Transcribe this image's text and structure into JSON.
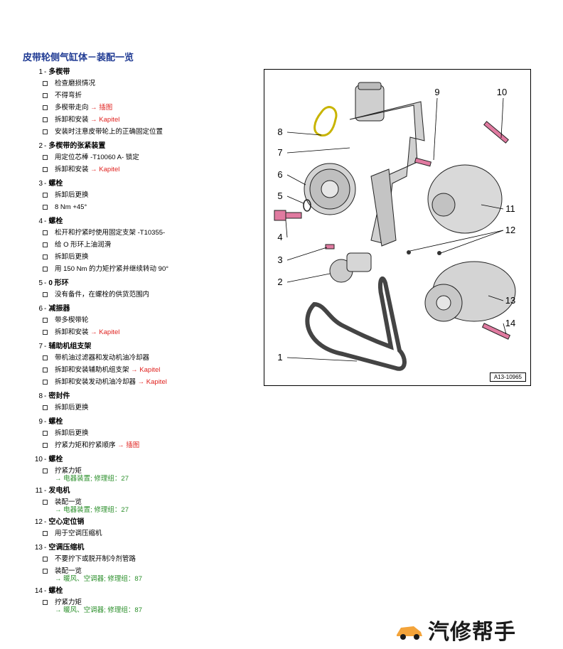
{
  "title": "皮带轮侧气缸体－装配一览",
  "items": [
    {
      "num": "1",
      "sep": "-",
      "name": "多楔带",
      "subs": [
        {
          "text": "检查磨损情况"
        },
        {
          "text": "不得弯折"
        },
        {
          "text": "多楔带走向",
          "link": "→ 插图"
        },
        {
          "text": "拆卸和安装",
          "link": "→ Kapitel"
        },
        {
          "text": "安装时注意皮带轮上的正确固定位置"
        }
      ]
    },
    {
      "num": "2",
      "sep": "-",
      "name": "多楔带的张紧装置",
      "subs": [
        {
          "text": "用定位芯棒 -T10060 A- 锁定"
        },
        {
          "text": "拆卸和安装",
          "link": "→ Kapitel"
        }
      ]
    },
    {
      "num": "3",
      "sep": "-",
      "name": "螺栓",
      "subs": [
        {
          "text": "拆卸后更换"
        },
        {
          "text": "8 Nm +45°"
        }
      ]
    },
    {
      "num": "4",
      "sep": "-",
      "name": "螺栓",
      "subs": [
        {
          "text": "松开和拧紧时使用固定支架 -T10355-"
        },
        {
          "text": "给 O 形环上油润滑"
        },
        {
          "text": "拆卸后更换"
        },
        {
          "text": "用 150 Nm 的力矩拧紧并继续转动 90°"
        }
      ]
    },
    {
      "num": "5",
      "sep": "-",
      "name": "0 形环",
      "subs": [
        {
          "text": "没有备件，在螺栓的供货范围内"
        }
      ]
    },
    {
      "num": "6",
      "sep": "-",
      "name": "减振器",
      "subs": [
        {
          "text": "带多楔带轮"
        },
        {
          "text": "拆卸和安装",
          "link": "→ Kapitel"
        }
      ]
    },
    {
      "num": "7",
      "sep": "-",
      "name": "辅助机组支架",
      "subs": [
        {
          "text": "带机油过滤器和发动机油冷却器"
        },
        {
          "text": "拆卸和安装辅助机组支架",
          "link": "→ Kapitel"
        },
        {
          "text": "拆卸和安装发动机油冷却器",
          "link": "→ Kapitel"
        }
      ]
    },
    {
      "num": "8",
      "sep": "-",
      "name": "密封件",
      "subs": [
        {
          "text": "拆卸后更换"
        }
      ]
    },
    {
      "num": "9",
      "sep": "-",
      "name": "螺栓",
      "subs": [
        {
          "text": "拆卸后更换"
        },
        {
          "text": "拧紧力矩和拧紧顺序",
          "link": "→ 插图"
        }
      ]
    },
    {
      "num": "10",
      "sep": "-",
      "name": "螺栓",
      "subs": [
        {
          "text": "拧紧力矩",
          "link2": "→ 电器装置; 修理组：27"
        }
      ]
    },
    {
      "num": "11",
      "sep": "-",
      "name": "发电机",
      "subs": [
        {
          "text": "装配一览",
          "link2": "→ 电器装置; 修理组：27"
        }
      ]
    },
    {
      "num": "12",
      "sep": "-",
      "name": "空心定位销",
      "subs": [
        {
          "text": "用于空调压缩机"
        }
      ]
    },
    {
      "num": "13",
      "sep": "-",
      "name": "空调压缩机",
      "subs": [
        {
          "text": "不要拧下或脱开制冷剂管路"
        },
        {
          "text": "装配一览",
          "link2": "→ 暖风、空调器; 修理组：87"
        }
      ]
    },
    {
      "num": "14",
      "sep": "-",
      "name": "螺栓",
      "subs": [
        {
          "text": "拧紧力矩",
          "link2": "→ 暖风、空调器; 修理组：87"
        }
      ]
    }
  ],
  "figure": {
    "callouts": [
      "1",
      "2",
      "3",
      "4",
      "5",
      "6",
      "7",
      "8",
      "9",
      "10",
      "11",
      "12",
      "13",
      "14"
    ],
    "id": "A13-10965"
  },
  "brand": "汽修帮手"
}
